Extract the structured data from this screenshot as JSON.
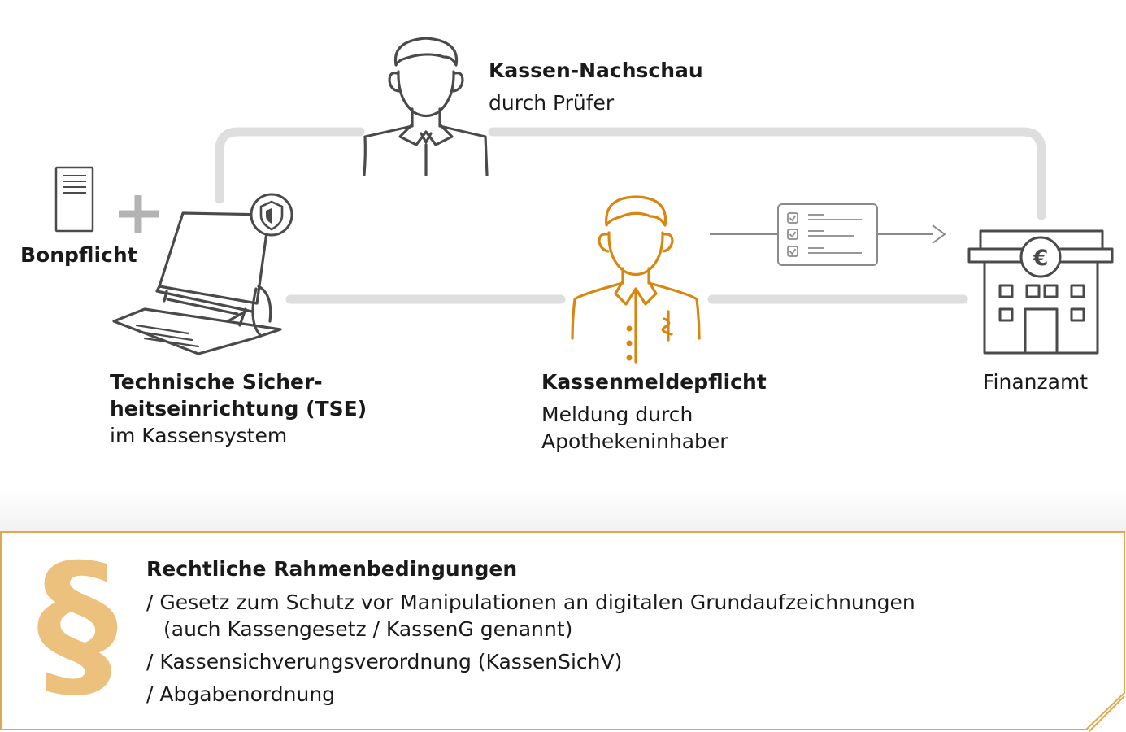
{
  "nachschau": {
    "title": "Kassen-Nachschau",
    "subtitle": "durch Prüfer"
  },
  "bonpflicht": {
    "title": "Bonpflicht"
  },
  "tse": {
    "title_line1": "Technische Sicher-",
    "title_line2": "heitseinrichtung (TSE)",
    "subtitle": "im Kassensystem"
  },
  "meldepflicht": {
    "title": "Kassenmeldepflicht",
    "subtitle_line1": "Meldung durch",
    "subtitle_line2": "Apothekeninhaber"
  },
  "finanzamt": {
    "label": "Finanzamt"
  },
  "legal": {
    "title": "Rechtliche Rahmenbedingungen",
    "items": [
      "/ Gesetz zum Schutz vor Manipulationen an digitalen Grundaufzeichnungen",
      "(auch Kassengesetz / KassenG genannt)",
      "/ Kassensichverungsverordnung (KassenSichV)",
      "/ Abgabenordnung"
    ]
  },
  "icons": {
    "inspector": "person-icon",
    "pharmacist": "pharmacist-icon",
    "receipt": "receipt-icon",
    "plus": "plus-icon",
    "pos": "cash-register-icon",
    "shield": "shield-icon",
    "checklist": "checklist-icon",
    "tax_office": "tax-office-building-icon",
    "paragraph": "paragraph-icon"
  },
  "colors": {
    "accent": "#d9860f",
    "connector": "#dedede",
    "icon_stroke": "#4a4a4a",
    "paragraph": "#ecc17d",
    "frame": "#e0a84a"
  }
}
